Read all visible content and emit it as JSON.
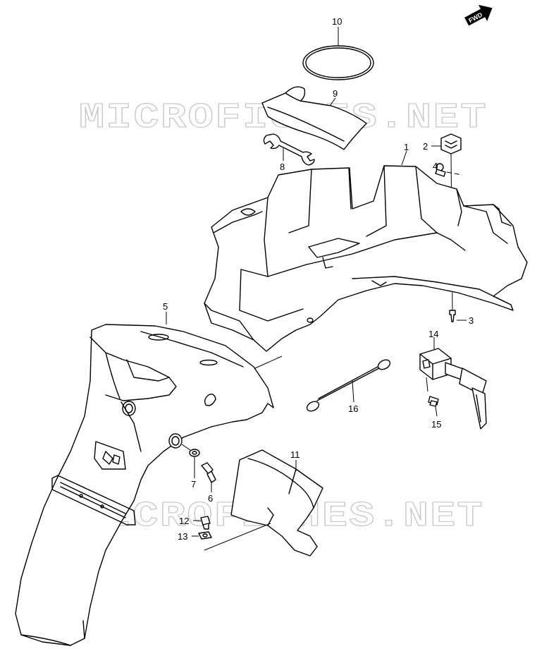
{
  "watermarks": [
    {
      "text": "MICROFICHES.NET"
    },
    {
      "text": "MICROFICHES.NET"
    }
  ],
  "fwd_badge": {
    "label": "FWD"
  },
  "callouts": [
    {
      "id": "1",
      "label": "1"
    },
    {
      "id": "2",
      "label": "2"
    },
    {
      "id": "3",
      "label": "3"
    },
    {
      "id": "4",
      "label": "4"
    },
    {
      "id": "5",
      "label": "5"
    },
    {
      "id": "6",
      "label": "6"
    },
    {
      "id": "7",
      "label": "7"
    },
    {
      "id": "8",
      "label": "8"
    },
    {
      "id": "9",
      "label": "9"
    },
    {
      "id": "10",
      "label": "10"
    },
    {
      "id": "11",
      "label": "11"
    },
    {
      "id": "12",
      "label": "12"
    },
    {
      "id": "13",
      "label": "13"
    },
    {
      "id": "14",
      "label": "14"
    },
    {
      "id": "15",
      "label": "15"
    },
    {
      "id": "16",
      "label": "16"
    }
  ],
  "colors": {
    "line": "#000000",
    "watermark": "#c8c8c8",
    "background": "#ffffff"
  }
}
